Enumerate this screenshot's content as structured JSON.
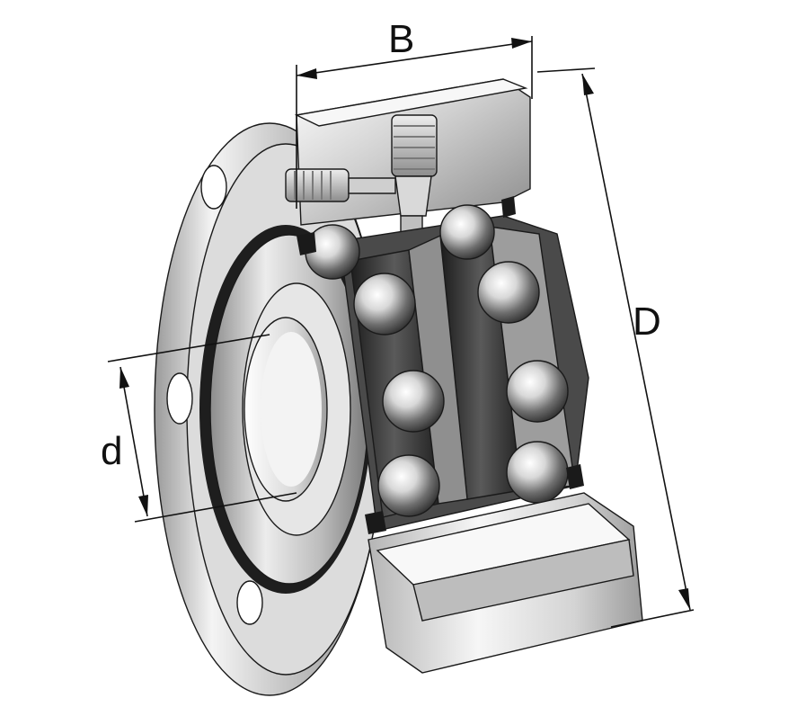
{
  "figure": {
    "labels": {
      "B": "B",
      "D": "D",
      "d": "d"
    }
  },
  "colors": {
    "metal_light": "#f2f2f2",
    "metal_mid": "#bdbdbd",
    "metal_dark": "#6f6f6f",
    "cage_dark": "#2b2b2b",
    "seal_black": "#1a1a1a"
  }
}
